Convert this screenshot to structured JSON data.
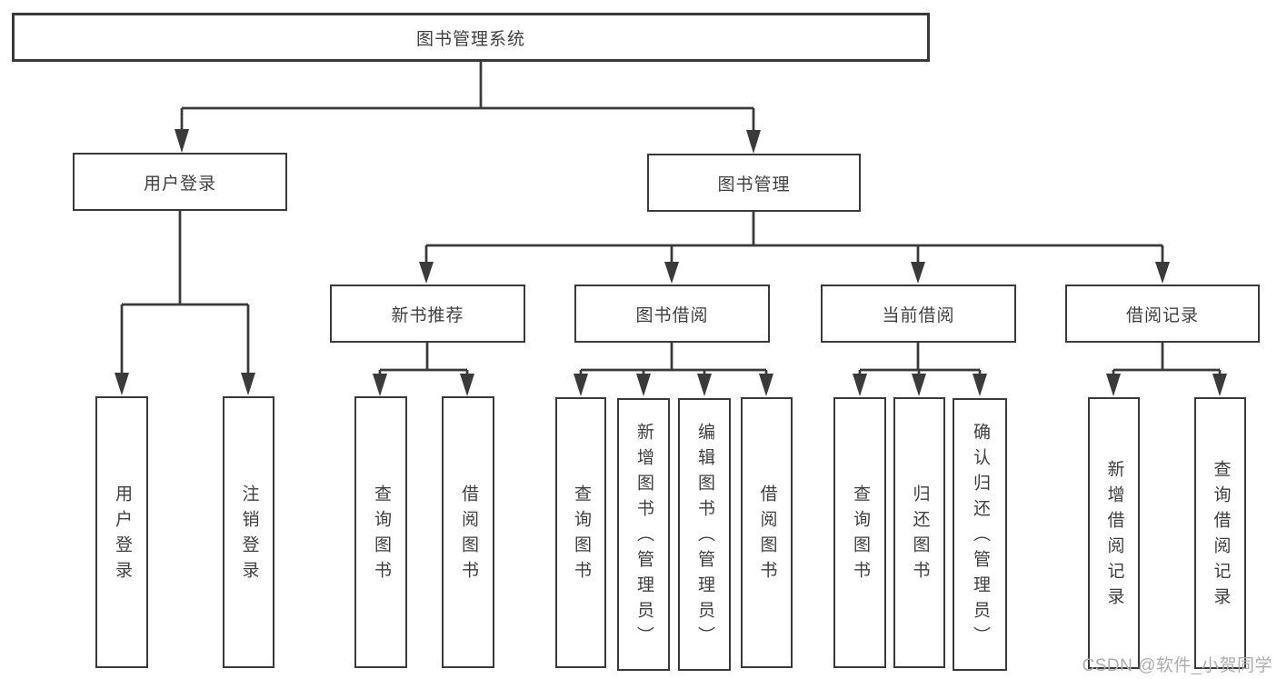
{
  "diagram": {
    "root": {
      "label": "图书管理系统"
    },
    "level2": [
      {
        "id": "user-login",
        "label": "用户登录"
      },
      {
        "id": "book-management",
        "label": "图书管理"
      }
    ],
    "level3": [
      {
        "id": "new-book-recommend",
        "label": "新书推荐"
      },
      {
        "id": "book-borrow",
        "label": "图书借阅"
      },
      {
        "id": "current-borrow",
        "label": "当前借阅"
      },
      {
        "id": "borrow-records",
        "label": "借阅记录"
      }
    ],
    "leaves": {
      "user_login": [
        {
          "label": "用户登录"
        },
        {
          "label": "注销登录"
        }
      ],
      "new_book": [
        {
          "label": "查询图书"
        },
        {
          "label": "借阅图书"
        }
      ],
      "book_borrow": [
        {
          "label": "查询图书"
        },
        {
          "label": "新增图书（管理员）"
        },
        {
          "label": "编辑图书（管理员）"
        },
        {
          "label": "借阅图书"
        }
      ],
      "current_borrow": [
        {
          "label": "查询图书"
        },
        {
          "label": "归还图书"
        },
        {
          "label": "确认归还（管理员）"
        }
      ],
      "borrow_records": [
        {
          "label": "新增借阅记录"
        },
        {
          "label": "查询借阅记录"
        }
      ]
    },
    "watermark": "CSDN @软件_小贺同学",
    "colors": {
      "line": "#3a3a3a",
      "box_border": "#3a3a3a",
      "text": "#3f3f3f",
      "watermark": "#adadad",
      "background": "#ffffff"
    }
  }
}
